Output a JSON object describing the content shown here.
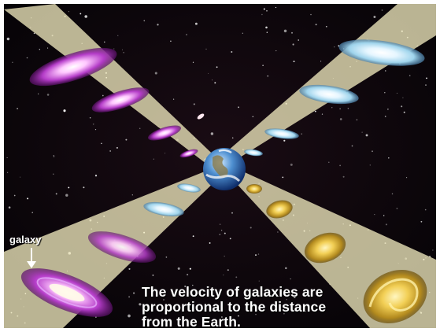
{
  "diagram": {
    "caption_lines": [
      "The velocity of galaxies are",
      "proportional to the distance",
      "from the Earth."
    ],
    "galaxy_label": "galaxy"
  },
  "colors": {
    "space": "#0a0508",
    "beam": "#f4efc0",
    "purple_galaxy": "#b43cc8",
    "blue_galaxy": "#9fd4ec",
    "gold_galaxy": "#d9b43a",
    "text": "#ffffff"
  }
}
